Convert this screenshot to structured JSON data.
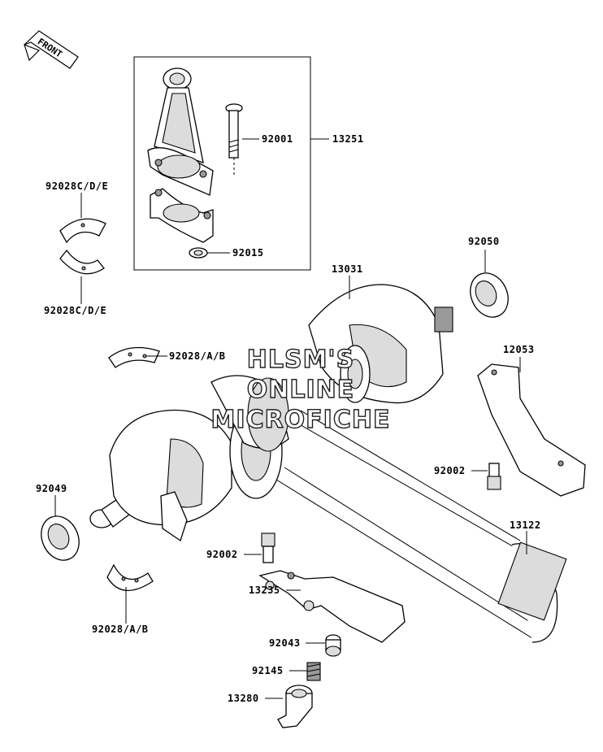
{
  "orientation": {
    "front_label": "FRONT"
  },
  "watermark": {
    "line1": "HLSM'S",
    "line2": "ONLINE",
    "line3": "MICROFICHE"
  },
  "callouts": {
    "p13251": "13251",
    "p92001": "92001",
    "p92015": "92015",
    "p92028cde_top": "92028C/D/E",
    "p92028cde_bottom": "92028C/D/E",
    "p92050": "92050",
    "p13031": "13031",
    "p92028ab_top": "92028/A/B",
    "p12053": "12053",
    "p92002_right": "92002",
    "p92049": "92049",
    "p13122": "13122",
    "p92002_left": "92002",
    "p13235": "13235",
    "p92028ab_bottom": "92028/A/B",
    "p92043": "92043",
    "p92145": "92145",
    "p13280": "13280"
  }
}
